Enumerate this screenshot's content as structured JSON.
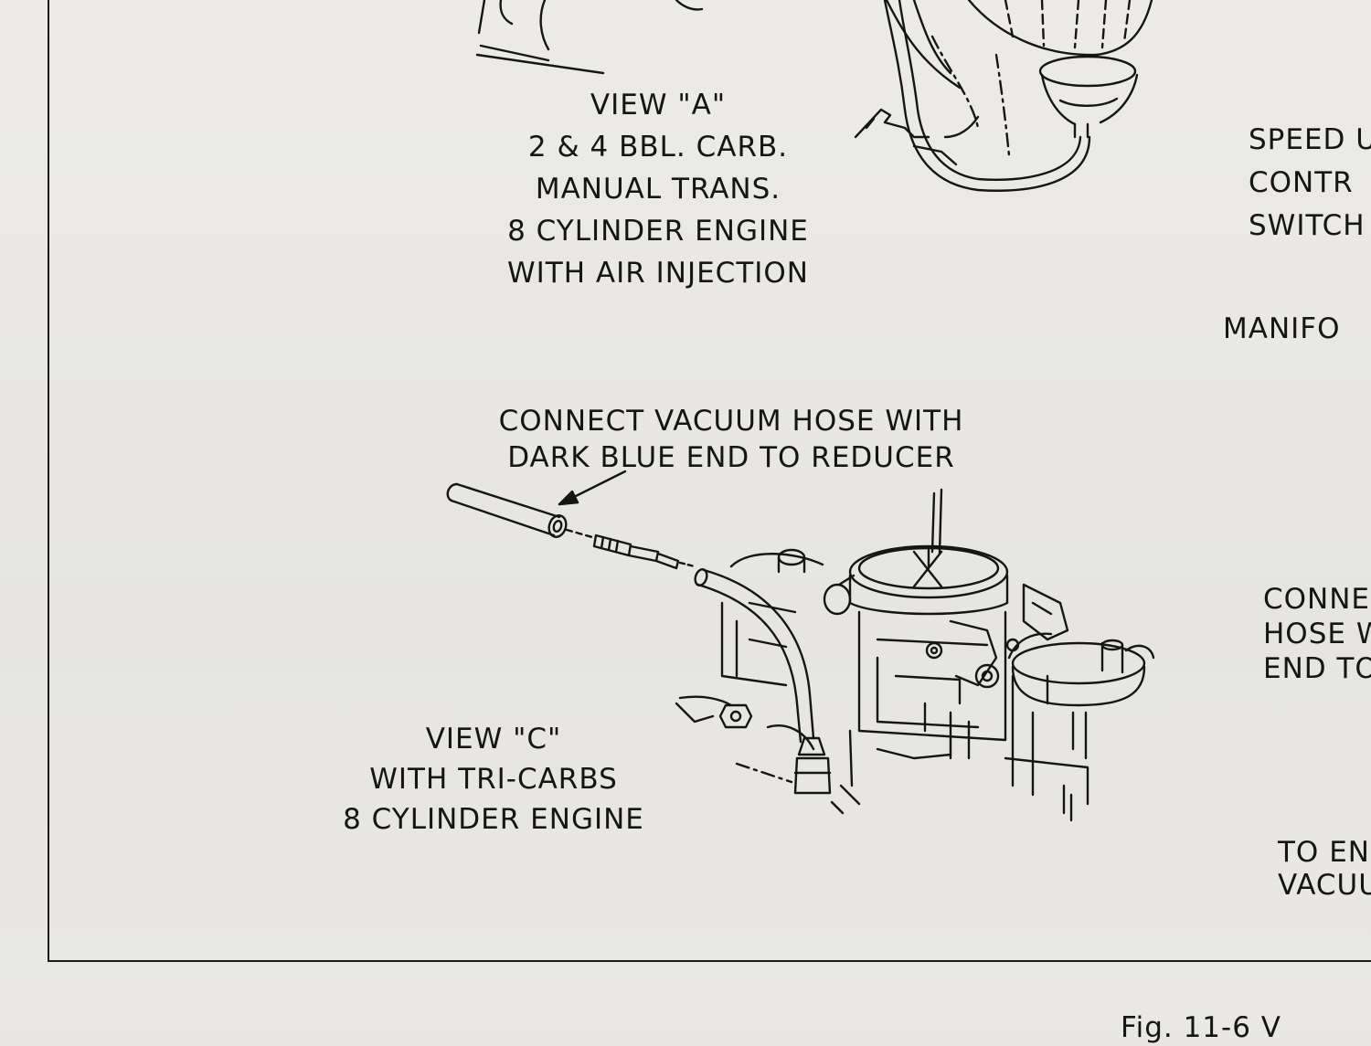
{
  "labels": {
    "view_a": [
      "VIEW \"A\"",
      "2 & 4 BBL. CARB.",
      "MANUAL TRANS.",
      "8 CYLINDER ENGINE",
      "WITH AIR INJECTION"
    ],
    "view_c": [
      "VIEW \"C\"",
      "WITH TRI-CARBS",
      "8 CYLINDER ENGINE"
    ],
    "connect_note": [
      "CONNECT VACUUM HOSE WITH",
      "DARK BLUE END TO REDUCER"
    ],
    "right_col_1": [
      "SPEED U",
      "CONTR",
      "SWITCH"
    ],
    "manifold": "MANIFO",
    "right_col_2": [
      "CONNE",
      "HOSE W",
      "END TO"
    ],
    "right_col_3": [
      "TO EN",
      "VACUU"
    ],
    "fig_caption": "Fig. 11-6  V"
  }
}
